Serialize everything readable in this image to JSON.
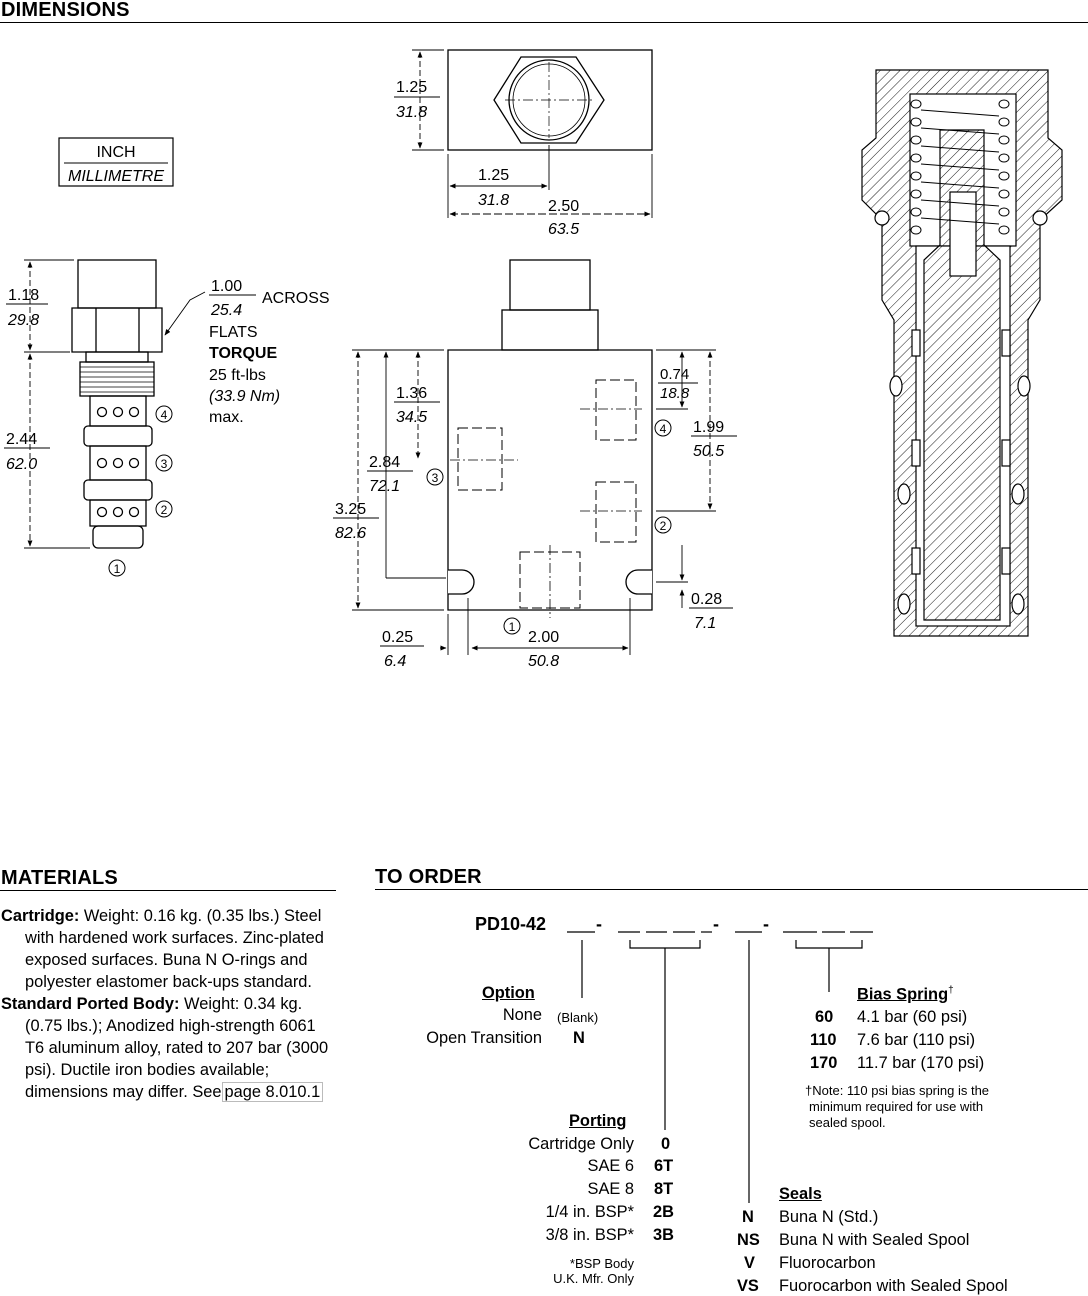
{
  "dimensions": {
    "title": "DIMENSIONS",
    "unit_box": {
      "top": "INCH",
      "bottom": "MILLIMETRE"
    },
    "cartridge": {
      "d1": {
        "in": "1.18",
        "mm": "29.8"
      },
      "d2": {
        "in": "2.44",
        "mm": "62.0"
      },
      "flats": {
        "in": "1.00",
        "mm": "25.4",
        "label1": "ACROSS",
        "label2": "FLATS"
      },
      "torque": {
        "l1": "TORQUE",
        "l2": "25 ft-lbs",
        "l3": "(33.9 Nm)",
        "l4": "max."
      },
      "ports": [
        "4",
        "3",
        "2",
        "1"
      ]
    },
    "top_view": {
      "h": {
        "in": "1.25",
        "mm": "31.8"
      },
      "c": {
        "in": "1.25",
        "mm": "31.8"
      },
      "w": {
        "in": "2.50",
        "mm": "63.5"
      }
    },
    "front_view": {
      "d_136": {
        "in": "1.36",
        "mm": "34.5"
      },
      "d_284": {
        "in": "2.84",
        "mm": "72.1"
      },
      "d_325": {
        "in": "3.25",
        "mm": "82.6"
      },
      "d_074": {
        "in": "0.74",
        "mm": "18.8"
      },
      "d_199": {
        "in": "1.99",
        "mm": "50.5"
      },
      "d_028": {
        "in": "0.28",
        "mm": "7.1"
      },
      "d_025": {
        "in": "0.25",
        "mm": "6.4"
      },
      "d_200": {
        "in": "2.00",
        "mm": "50.8"
      },
      "ports": [
        "3",
        "4",
        "2",
        "1"
      ]
    }
  },
  "materials": {
    "title": "MATERIALS",
    "cartridge_label": "Cartridge:",
    "cartridge_text": " Weight: 0.16 kg. (0.35 lbs.) Steel with hardened work surfaces. Zinc-plated exposed surfaces. Buna N O-rings and polyester elastomer back-ups standard.",
    "body_label": "Standard Ported Body:",
    "body_text": " Weight: 0.34 kg. (0.75 lbs.); Anodized high-strength 6061 T6 aluminum alloy, rated to 207 bar (3000 psi). Ductile iron bodies available; dimensions may differ. See",
    "page_link": "page 8.010.1"
  },
  "to_order": {
    "title": "TO ORDER",
    "model": "PD10-42",
    "option": {
      "heading": "Option",
      "rows": [
        {
          "label": "None",
          "note": "(Blank)",
          "code": ""
        },
        {
          "label": "Open Transition",
          "note": "",
          "code": "N"
        }
      ]
    },
    "porting": {
      "heading": "Porting",
      "rows": [
        {
          "label": "Cartridge Only",
          "code": "0"
        },
        {
          "label": "SAE 6",
          "code": "6T"
        },
        {
          "label": "SAE 8",
          "code": "8T"
        },
        {
          "label": "1/4 in. BSP*",
          "code": "2B"
        },
        {
          "label": "3/8 in. BSP*",
          "code": "3B"
        }
      ],
      "note1": "*BSP Body",
      "note2": "U.K. Mfr. Only"
    },
    "bias_spring": {
      "heading": "Bias Spring",
      "dagger": "†",
      "rows": [
        {
          "code": "60",
          "label": "4.1 bar (60 psi)"
        },
        {
          "code": "110",
          "label": "7.6 bar (110 psi)"
        },
        {
          "code": "170",
          "label": "11.7 bar (170 psi)"
        }
      ],
      "note1": "†Note: 110 psi bias spring is the",
      "note2": "minimum required for use with",
      "note3": "sealed spool."
    },
    "seals": {
      "heading": "Seals",
      "rows": [
        {
          "code": "N",
          "label": "Buna N (Std.)"
        },
        {
          "code": "NS",
          "label": "Buna N with Sealed Spool"
        },
        {
          "code": "V",
          "label": "Fluorocarbon"
        },
        {
          "code": "VS",
          "label": "Fuorocarbon with Sealed Spool"
        }
      ]
    }
  }
}
